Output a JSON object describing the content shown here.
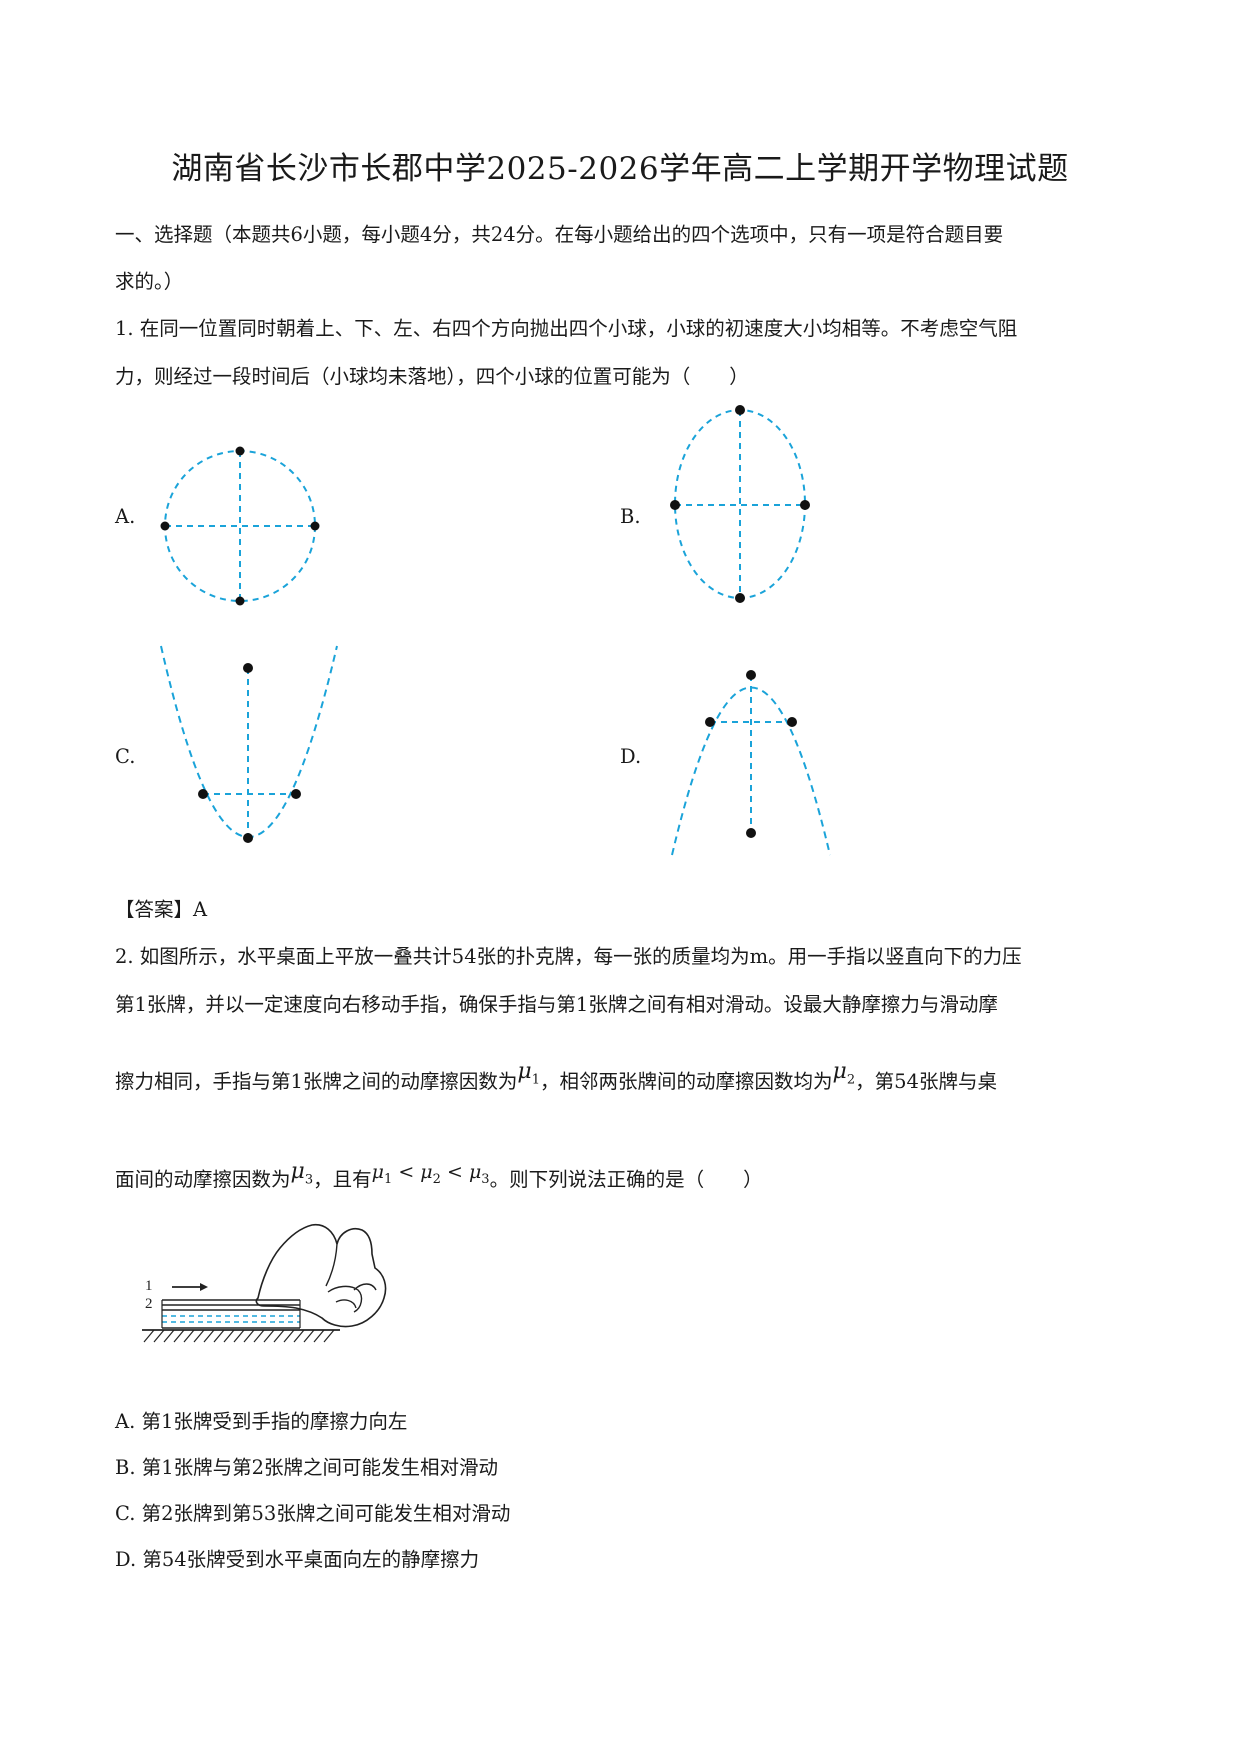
{
  "title": "湖南省长沙市长郡中学2025-2026学年高二上学期开学物理试题",
  "section1": {
    "heading_line1": "一、选择题（本题共6小题，每小题4分，共24分。在每小题给出的四个选项中，只有一项是符合题目要",
    "heading_line2": "求的。）"
  },
  "q1": {
    "line1": "1. 在同一位置同时朝着上、下、左、右四个方向抛出四个小球，小球的初速度大小均相等。不考虑空气阻",
    "line2": "力，则经过一段时间后（小球均未落地），四个小球的位置可能为（　　）",
    "options": [
      {
        "label": "A.",
        "figure": "circle"
      },
      {
        "label": "B.",
        "figure": "ellipse"
      },
      {
        "label": "C.",
        "figure": "upward-parabola"
      },
      {
        "label": "D.",
        "figure": "downward-parabola"
      }
    ],
    "answer": "【答案】A"
  },
  "q2": {
    "line1": "2. 如图所示，水平桌面上平放一叠共计54张的扑克牌，每一张的质量均为m。用一手指以竖直向下的力压",
    "line2": "第1张牌，并以一定速度向右移动手指，确保手指与第1张牌之间有相对滑动。设最大静摩擦力与滑动摩",
    "line3_a": "擦力相同，手指与第1张牌之间的动摩擦因数为",
    "line3_b": "，相邻两张牌间的动摩擦因数均为",
    "line3_c": "，第54张牌与桌",
    "line4_a": "面间的动摩擦因数为",
    "line4_b": "，且有",
    "line4_c": "。则下列说法正确的是（　　）",
    "mu_symbol": "μ",
    "sub1": "1",
    "sub2": "2",
    "sub3": "3",
    "lt": "<",
    "figure_labels": [
      "1",
      "2"
    ],
    "options": [
      "A. 第1张牌受到手指的摩擦力向左",
      "B. 第1张牌与第2张牌之间可能发生相对滑动",
      "C. 第2张牌到第53张牌之间可能发生相对滑动",
      "D. 第54张牌受到水平桌面向左的静摩擦力"
    ]
  },
  "colors": {
    "dash": "#1aa3d9",
    "text": "#1a1a1a"
  }
}
